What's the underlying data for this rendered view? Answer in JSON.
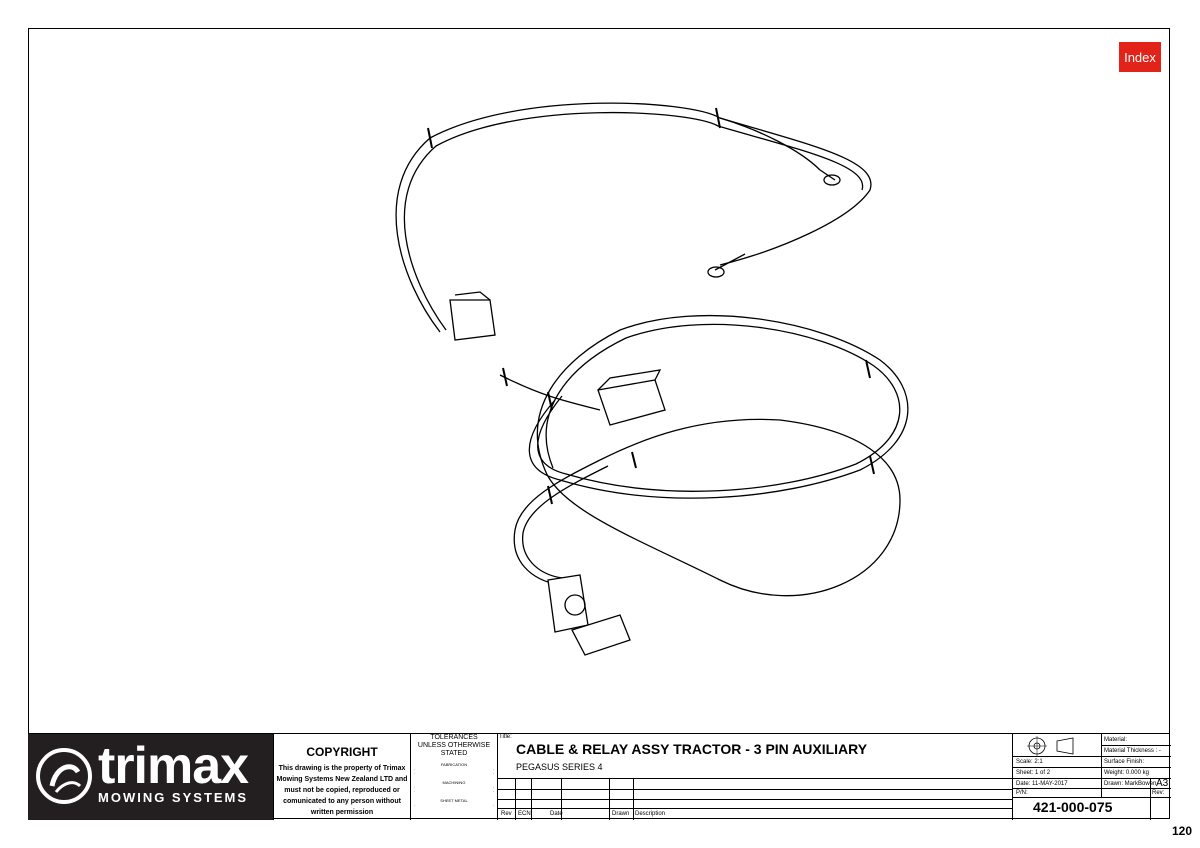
{
  "index_button": "Index",
  "copyright": {
    "heading": "COPYRIGHT",
    "text": "This drawing is the property of Trimax Mowing Systems New Zealand LTD and must not be copied, reproduced or comunicated to any person without written permission"
  },
  "logo": {
    "name": "trimax",
    "tagline": "MOWING SYSTEMS"
  },
  "tolerances": {
    "heading1": "TOLERANCES",
    "heading2": "UNLESS OTHERWISE STATED",
    "fabrication": "FABRICATION",
    "machining": "MACHINING",
    "sheet_metal": "SHEET METAL"
  },
  "title_block": {
    "title_label": "Title:",
    "title": "CABLE & RELAY ASSY TRACTOR - 3 PIN AUXILIARY",
    "subtitle": "PEGASUS SERIES 4",
    "rev_headers": [
      "Rev",
      "ECN",
      "Date",
      "Drawn",
      "Description"
    ]
  },
  "info": {
    "material": "Material:",
    "material_thickness": "Material Thickness : -",
    "scale": "Scale: 2:1",
    "surface_finish": "Surface Finish:",
    "sheet": "Sheet: 1 of 2",
    "weight": "Weight: 0.000 kg",
    "date": "Date: 11-MAY-2017",
    "drawn": "Drawn: MarkBowen",
    "size": "A3",
    "pn_label": "P/N:",
    "rev_label": "Rev:",
    "part_number": "421-000-075"
  },
  "page_number": "120",
  "colors": {
    "index_bg": "#e2231a",
    "logo_bg": "#231f20"
  }
}
